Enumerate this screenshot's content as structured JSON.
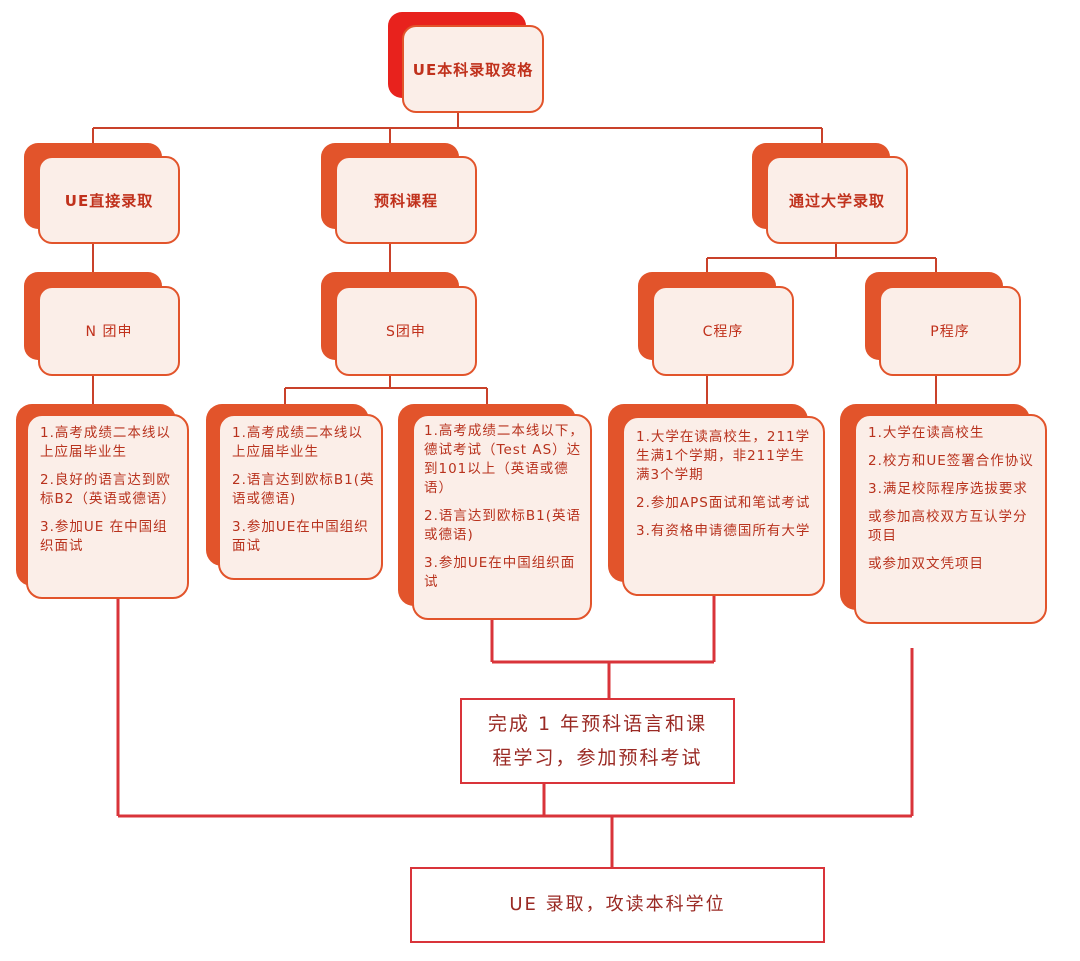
{
  "root": {
    "label": "UE本科录取资格"
  },
  "branches": [
    {
      "label": "UE直接录取"
    },
    {
      "label": "预科课程"
    },
    {
      "label": "通过大学录取"
    }
  ],
  "programs": [
    {
      "label": "N 团申"
    },
    {
      "label": "S团申"
    },
    {
      "label": "C程序"
    },
    {
      "label": "P程序"
    }
  ],
  "requirements": {
    "n": [
      "1.高考成绩二本线以上应届毕业生",
      "2.良好的语言达到欧标B2（英语或德语）",
      "3.参加UE 在中国组织面试"
    ],
    "s1": [
      "1.高考成绩二本线以上应届毕业生",
      "2.语言达到欧标B1(英语或德语)",
      "3.参加UE在中国组织面试"
    ],
    "s2": [
      "1.高考成绩二本线以下，德试考试（Test AS）达到101以上（英语或德语）",
      "2.语言达到欧标B1(英语或德语)",
      "3.参加UE在中国组织面试"
    ],
    "c": [
      "1.大学在读高校生，211学生满1个学期，非211学生满3个学期",
      "2.参加APS面试和笔试考试",
      "3.有资格申请德国所有大学"
    ],
    "p": [
      "1.大学在读高校生",
      "2.校方和UE签署合作协议",
      "3.满足校际程序选拔要求",
      "或参加高校双方互认学分项目",
      "或参加双文凭项目"
    ]
  },
  "foundation": {
    "line1": "完成 1 年预科语言和课",
    "line2": "程学习，参加预科考试"
  },
  "final": {
    "label": "UE 录取，攻读本科学位"
  },
  "colors": {
    "accent": "#e2542b",
    "shadow_dark": "#e8221d",
    "line": "#d9343a",
    "card_fill": "#fbeee8",
    "text": "#c0311c"
  }
}
